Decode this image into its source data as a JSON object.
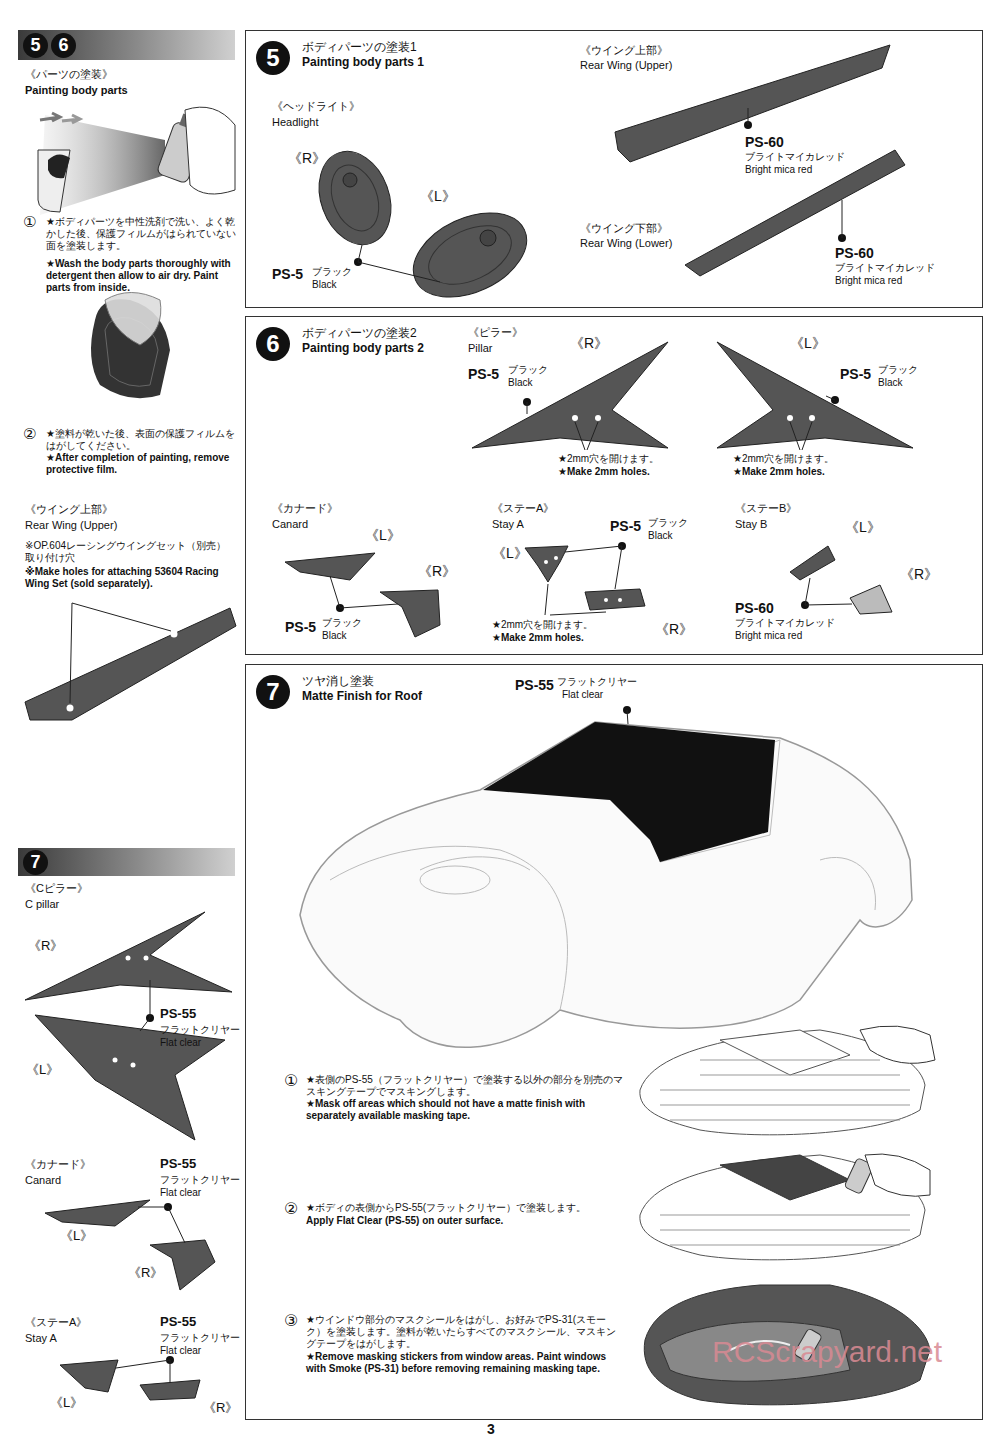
{
  "diagram": {
    "nodes": [
      {
        "text": [
          "5",
          "6"
        ]
      },
      {
        "text": [
          "5",
          "ボディパーツの塗装1",
          "Painting body parts 1"
        ]
      },
      {
        "text": [
          "6",
          "ボディパーツの塗装2",
          "Painting body parts 2"
        ]
      },
      {
        "text": [
          "7",
          "ツヤ消し塗装",
          "Matte Finish for Roof"
        ]
      },
      {
        "text": [
          "7"
        ]
      }
    ],
    "labels": [
      "《パーツの塗装》",
      "Painting body parts",
      "①",
      "★ボディパーツを中性洗剤で洗い、よく乾かした後、保護フィルムがはられていない面を塗装します。",
      "★Wash the body parts thoroughly with detergent then allow to air dry. Paint parts from inside.",
      "②",
      "★塗料が乾いた後、表面の保護フィルムをはがしてください。",
      "★After completion of painting, remove protective film.",
      "《ウイング上部》",
      "Rear Wing (Upper)",
      "※OP.604レーシングウイングセット（別売）取り付け穴",
      "※Make holes for attaching 53604 Racing Wing Set (sold separately).",
      "《Cピラー》",
      "C pillar",
      "《R》",
      "PS-55",
      "フラットクリヤー",
      "Flat clear",
      "《L》",
      "《カナード》",
      "Canard",
      "PS-55",
      "フラットクリヤー",
      "Flat clear",
      "《L》",
      "《R》",
      "《ステーA》",
      "Stay A",
      "PS-55",
      "フラットクリヤー",
      "Flat clear",
      "《L》",
      "《R》",
      "《ヘッドライト》",
      "Headlight",
      "《R》",
      "《L》",
      "PS-5",
      "ブラック",
      "Black",
      "《ウイング上部》",
      "Rear Wing (Upper)",
      "PS-60",
      "ブライトマイカレッド",
      "Bright mica red",
      "《ウイング下部》",
      "Rear Wing (Lower)",
      "PS-60",
      "ブライトマイカレッド",
      "Bright mica red",
      "《ピラー》",
      "Pillar",
      "《R》",
      "PS-5",
      "ブラック",
      "Black",
      "《L》",
      "PS-5",
      "ブラック",
      "Black",
      "★2mm穴を開けます。",
      "★Make 2mm holes.",
      "★2mm穴を開けます。",
      "★Make 2mm holes.",
      "《カナード》",
      "Canard",
      "《L》",
      "《R》",
      "PS-5",
      "ブラック",
      "Black",
      "《ステーA》",
      "Stay A",
      "《L》",
      "PS-5",
      "ブラック",
      "Black",
      "★2mm穴を開けます。",
      "★Make 2mm holes.",
      "《R》",
      "《ステーB》",
      "Stay B",
      "《L》",
      "《R》",
      "PS-60",
      "ブライトマイカレッド",
      "Bright mica red",
      "PS-55",
      "フラットクリヤー",
      "Flat clear",
      "①",
      "★表側のPS-55（フラットクリヤー）で塗装する以外の部分を別売のマスキングテープでマスキングします。",
      "★Mask off areas which should not have a matte finish with separately available masking tape.",
      "②",
      "★ボディの表側からPS-55(フラットクリヤー）で塗装します。",
      "Apply Flat Clear (PS-55) on outer surface.",
      "③",
      "★ウインドウ部分のマスクシールをはがし、お好みでPS-31(スモーク）を塗装します。塗料が乾いたらすべてのマスクシール、マスキングテープをはがします。",
      "★Remove masking stickers from window areas. Paint windows with Smoke (PS-31) before removing remaining masking tape.",
      "3",
      "RCScrapyard.net"
    ]
  }
}
